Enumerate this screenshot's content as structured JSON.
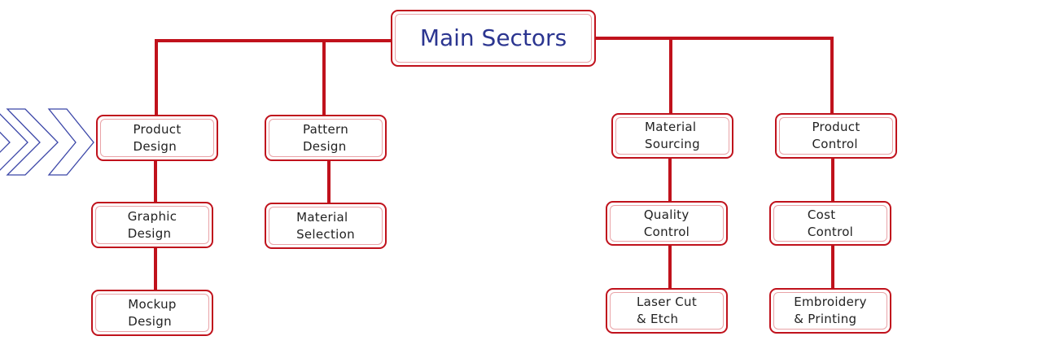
{
  "diagram": {
    "title": "Main Sectors",
    "colors": {
      "connector": "#c0121c",
      "title_text": "#2b3590",
      "chevron": "#3b46a8",
      "node_text": "#222222"
    },
    "decoration": {
      "icon": "triple-chevron-right-icon"
    },
    "columns": [
      {
        "label": "Product\nDesign",
        "children": [
          "Graphic\nDesign",
          "Mockup\nDesign"
        ]
      },
      {
        "label": "Pattern\nDesign",
        "children": [
          "Material\nSelection"
        ]
      },
      {
        "label": "Material\nSourcing",
        "children": [
          "Quality\nControl",
          "Laser Cut\n& Etch"
        ]
      },
      {
        "label": "Product\nControl",
        "children": [
          "Cost\nControl",
          "Embroidery\n& Printing"
        ]
      }
    ]
  }
}
